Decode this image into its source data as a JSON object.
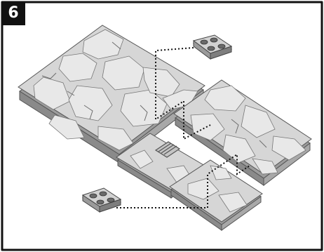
{
  "step": {
    "number": "6"
  },
  "palette": {
    "tile_top": "#d6d6d6",
    "tile_side": "#9c9c9c",
    "tile_edge": "#555555",
    "crack": "#7a7a7a",
    "stone_light": "#ececec",
    "connector_top": "#d2d2d2",
    "connector_side": "#8e8e8e",
    "connector_hole": "#6a6a6a",
    "dotted_line": "#111111",
    "border": "#111111"
  },
  "parts": {
    "large_tile": "large-cracked-floor-tile",
    "right_tile": "right-cracked-floor-tile",
    "small_tile_left": "small-floor-tile-with-grate",
    "small_tile_bottom": "small-floor-tile-bottom",
    "connector_top": "4-peg-connector-clip",
    "connector_bottom": "4-peg-connector-clip"
  }
}
